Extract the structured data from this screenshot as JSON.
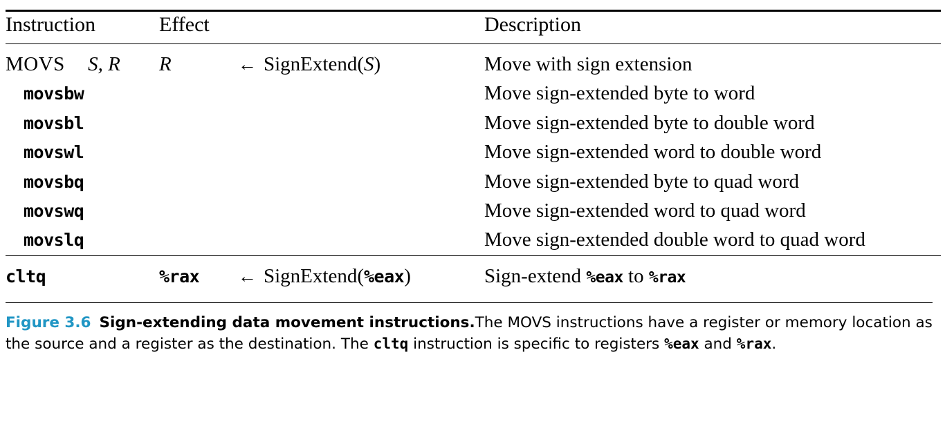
{
  "table": {
    "headers": {
      "instruction": "Instruction",
      "effect": "Effect",
      "description": "Description"
    },
    "rows": [
      {
        "instruction_mnemonic": "MOVS",
        "instruction_operands": "S, R",
        "effect_left": "R",
        "effect_arrow": "←",
        "effect_right": "SignExtend(S)",
        "effect_right_fn": "SignExtend(",
        "effect_right_arg": "S",
        "effect_right_close": ")",
        "description": "Move with sign extension"
      },
      {
        "instruction_mnemonic": "movsbw",
        "description": "Move sign-extended byte to word"
      },
      {
        "instruction_mnemonic": "movsbl",
        "description": "Move sign-extended byte to double word"
      },
      {
        "instruction_mnemonic": "movswl",
        "description": "Move sign-extended word to double word"
      },
      {
        "instruction_mnemonic": "movsbq",
        "description": "Move sign-extended byte to quad word"
      },
      {
        "instruction_mnemonic": "movswq",
        "description": "Move sign-extended word to quad word"
      },
      {
        "instruction_mnemonic": "movslq",
        "description": "Move sign-extended double word to quad word"
      }
    ],
    "last_row": {
      "instruction_mnemonic": "cltq",
      "effect_left": "%rax",
      "effect_arrow": "←",
      "effect_fn": "SignExtend(",
      "effect_arg": "%eax",
      "effect_close": ")",
      "description_pre": "Sign-extend ",
      "description_reg1": "%eax",
      "description_mid": " to ",
      "description_reg2": "%rax"
    }
  },
  "caption": {
    "figure_label": "Figure 3.6",
    "title": "Sign-extending data movement instructions.",
    "text_1": "The ",
    "smallcaps_1": "MOVS",
    "text_2": " instructions have a register or memory location as the source and a register as the destination. The ",
    "mono_1": "cltq",
    "text_3": " instruction is specific to registers ",
    "mono_2": "%eax",
    "text_4": " and ",
    "mono_3": "%rax",
    "text_5": "."
  },
  "colors": {
    "figure_label": "#2196c4",
    "rule": "#000000",
    "text": "#000000"
  }
}
